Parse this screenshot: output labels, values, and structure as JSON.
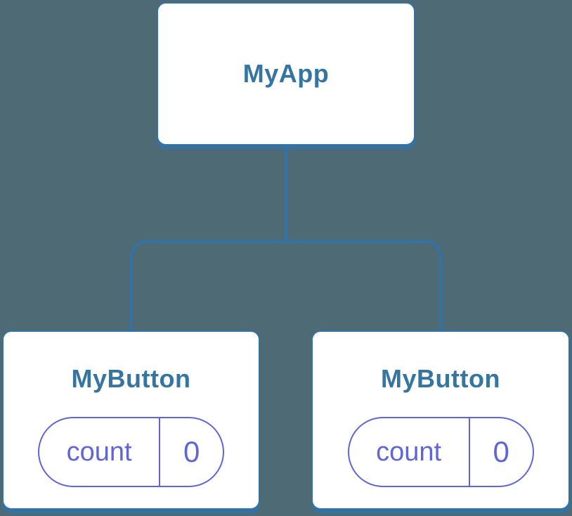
{
  "diagram": {
    "type": "component-tree",
    "root": {
      "label": "MyApp"
    },
    "children": [
      {
        "label": "MyButton",
        "state": {
          "name": "count",
          "value": "0"
        }
      },
      {
        "label": "MyButton",
        "state": {
          "name": "count",
          "value": "0"
        }
      }
    ]
  },
  "colors": {
    "background": "#4e6a74",
    "node_fill": "#ffffff",
    "node_border": "#3272a4",
    "connector": "#3272a4",
    "node_text": "#36759f",
    "state_accent": "#6065d8"
  }
}
